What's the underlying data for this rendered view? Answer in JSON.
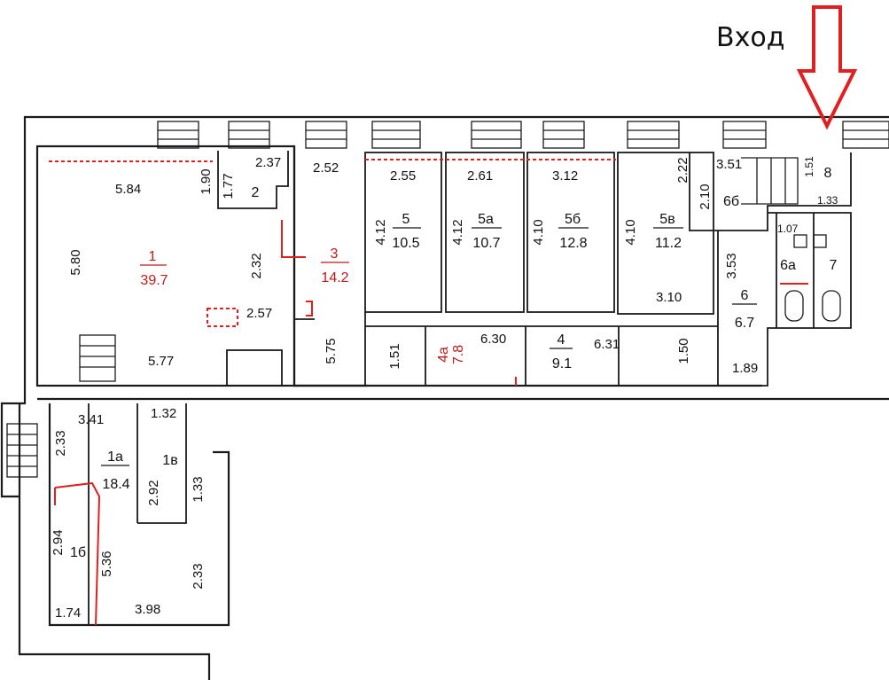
{
  "entrance_label": "Вход",
  "colors": {
    "wall": "#1a1a1a",
    "accent": "#e02020"
  },
  "rooms": [
    {
      "id": "1",
      "area": "39.7",
      "highlight": true
    },
    {
      "id": "2",
      "area": ""
    },
    {
      "id": "3",
      "area": "14.2",
      "highlight": true
    },
    {
      "id": "5",
      "area": "10.5"
    },
    {
      "id": "5а",
      "area": "10.7"
    },
    {
      "id": "5б",
      "area": "12.8"
    },
    {
      "id": "5в",
      "area": "11.2"
    },
    {
      "id": "6б",
      "area": ""
    },
    {
      "id": "8",
      "area": ""
    },
    {
      "id": "6а",
      "area": ""
    },
    {
      "id": "7",
      "area": ""
    },
    {
      "id": "6",
      "area": "6.7"
    },
    {
      "id": "4",
      "area": "9.1"
    },
    {
      "id": "4а",
      "area": "7.8",
      "highlight": true
    },
    {
      "id": "1а",
      "area": "18.4"
    },
    {
      "id": "1в",
      "area": ""
    },
    {
      "id": "1б",
      "area": ""
    }
  ],
  "dimensions": [
    "2.37",
    "1.90",
    "1.77",
    "5.84",
    "2.52",
    "2.55",
    "2.61",
    "3.12",
    "2.22",
    "3.51",
    "1.51",
    "5.80",
    "2.32",
    "4.12",
    "4.12",
    "4.10",
    "4.10",
    "2.10",
    "1.33",
    "1.07",
    "3.53",
    "2.57",
    "3.10",
    "5.75",
    "1.51",
    "6.30",
    "6.31",
    "5.77",
    "1.50",
    "1.89",
    "3.41",
    "1.32",
    "2.33",
    "2.92",
    "1.33",
    "2.94",
    "5.36",
    "2.33",
    "1.74",
    "3.98"
  ]
}
